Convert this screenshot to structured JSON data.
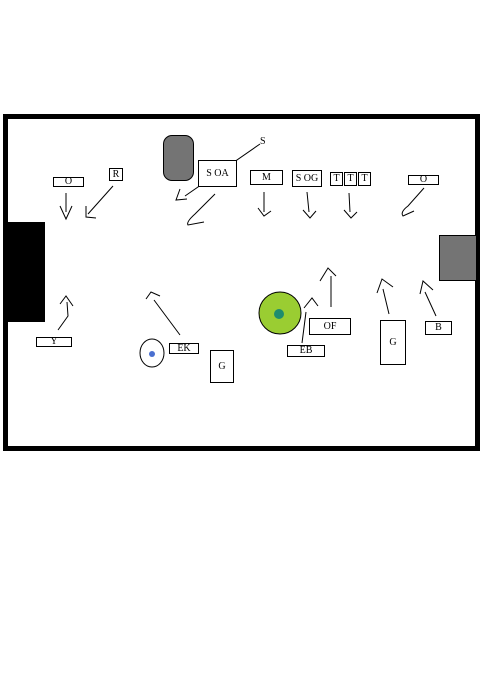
{
  "colors": {
    "frame": "#000000",
    "background": "#ffffff",
    "dark_gray": "#747474",
    "lime": "#9acd32",
    "teal": "#1e8c6e",
    "blue_dot": "#4a6fd0"
  },
  "labels": {
    "o_left": "O",
    "r": "R",
    "soa": "S OA",
    "m": "M",
    "sog": "S OG",
    "t1": "T",
    "t2": "T",
    "t3": "T",
    "o_right": "O",
    "s": "S",
    "y": "Y",
    "ek": "EK",
    "g_mid": "G",
    "eb": "EB",
    "of": "OF",
    "g_right": "G",
    "b": "B"
  }
}
